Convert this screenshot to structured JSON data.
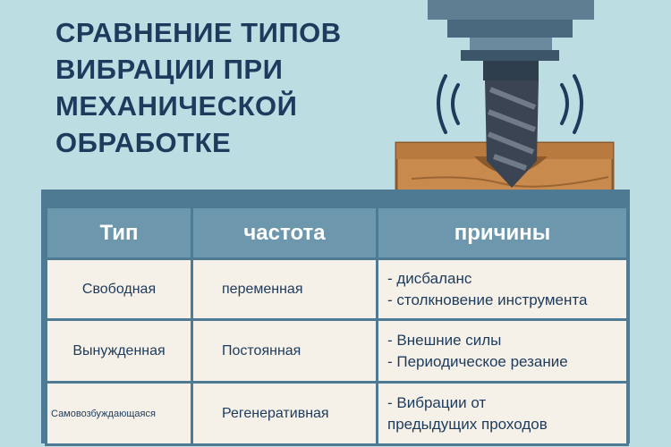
{
  "title": {
    "line1": "СРАВНЕНИЕ ТИПОВ",
    "line2": "ВИБРАЦИИ ПРИ",
    "line3": "МЕХАНИЧЕСКОЙ",
    "line4": "ОБРАБОТКЕ"
  },
  "table": {
    "headers": [
      "Тип",
      "частота",
      "причины"
    ],
    "rows": [
      {
        "type": "Свободная",
        "freq": "переменная",
        "causes": [
          "- дисбаланс",
          "- столкновение инструмента"
        ]
      },
      {
        "type": "Вынужденная",
        "freq": "Постоянная",
        "causes": [
          "- Внешние силы",
          "- Периодическое резание"
        ]
      },
      {
        "type": "Самовозбуждающаяся",
        "freq": "Регенеративная",
        "causes": [
          "- Вибрации от",
          "предыдущих проходов"
        ]
      }
    ]
  },
  "colors": {
    "background": "#bcdde2",
    "title": "#1d3b5c",
    "header": "#6d97ad",
    "cell": "#f6f1e8",
    "border": "#4e7a93",
    "wood": "#c98a4e",
    "tool": "#3b4452"
  },
  "icons": [
    "milling-spindle-icon",
    "drill-bit-icon",
    "vibration-waves-icon",
    "wood-block-icon"
  ]
}
